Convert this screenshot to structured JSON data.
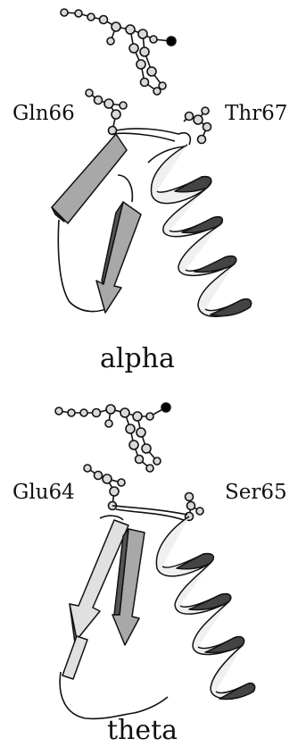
{
  "panels": [
    {
      "caption": "alpha",
      "residue_left": "Gln66",
      "residue_right": "Thr67"
    },
    {
      "caption": "theta",
      "residue_left": "Glu64",
      "residue_right": "Ser65"
    }
  ],
  "colors": {
    "ink": "#111111",
    "helix_light": "#f0f0f0",
    "helix_dark": "#444444",
    "strand_gray": "#a8a8a8",
    "strand_light": "#e0e0e0",
    "atom_fill": "#d9d9d9",
    "atom_black": "#000000"
  }
}
